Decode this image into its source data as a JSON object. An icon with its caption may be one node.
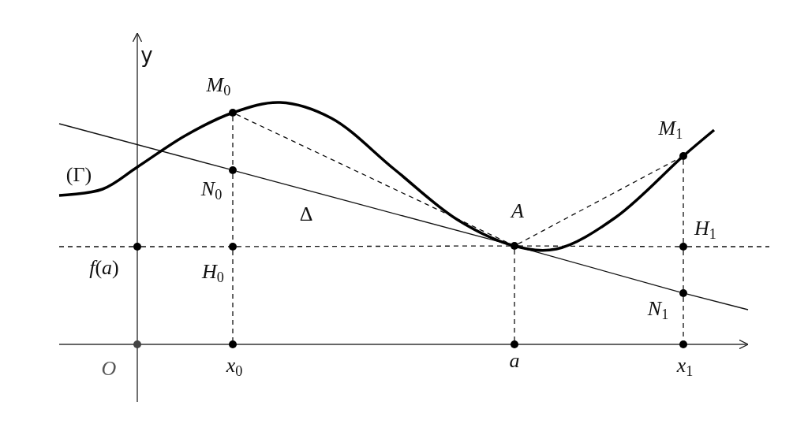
{
  "diagram": {
    "nodes": [
      {
        "text": [],
        "shape": "circle",
        "beside": [
          "*M*$_{0}$"
        ]
      },
      {
        "text": [],
        "shape": "circle",
        "beside": [
          "*M*$_{1}$"
        ]
      },
      {
        "text": [],
        "shape": "circle",
        "beside": [
          "*N*$_{0}$"
        ]
      },
      {
        "text": [],
        "shape": "circle",
        "beside": [
          "A"
        ]
      },
      {
        "text": [],
        "shape": "circle",
        "beside": [
          "*f*(*a*)"
        ]
      },
      {
        "text": [],
        "shape": "circle",
        "beside": [
          "*H*$_{0}$"
        ]
      },
      {
        "text": [],
        "shape": "circle",
        "beside": [
          "*H*$_{1}$"
        ]
      },
      {
        "text": [],
        "shape": "circle",
        "beside": [
          "*N*$_{1}$"
        ]
      },
      {
        "text": [],
        "shape": "circle",
        "beside": [
          "O"
        ]
      },
      {
        "text": [],
        "shape": "circle",
        "beside": [
          "*x*$_{0}$"
        ]
      },
      {
        "text": [],
        "shape": "circle",
        "beside": [
          "a"
        ]
      },
      {
        "text": [],
        "shape": "circle",
        "beside": [
          "*x*$_{1}$"
        ]
      }
    ],
    "edges": [
      {
        "from": 0,
        "to": 2,
        "arrow": "none",
        "style": "dashed"
      },
      {
        "from": 2,
        "to": 5,
        "arrow": "none",
        "style": "dashed"
      },
      {
        "from": 5,
        "to": 9,
        "arrow": "none",
        "style": "dashed"
      },
      {
        "from": 0,
        "to": 3,
        "arrow": "none",
        "style": "dashed"
      },
      {
        "from": 3,
        "to": 1,
        "arrow": "none",
        "style": "dashed"
      },
      {
        "from": 3,
        "to": 10,
        "arrow": "none",
        "style": "dashed"
      },
      {
        "from": 1,
        "to": 6,
        "arrow": "none",
        "style": "dashed"
      },
      {
        "from": 6,
        "to": 7,
        "arrow": "none",
        "style": "dashed"
      },
      {
        "from": 7,
        "to": 11,
        "arrow": "none",
        "style": "dashed"
      },
      {
        "from": null,
        "to": 4,
        "arrow": "none",
        "style": "dashed"
      },
      {
        "from": 4,
        "to": 5,
        "arrow": "none",
        "style": "dashed"
      },
      {
        "from": 5,
        "to": 3,
        "arrow": "none",
        "style": "dashed"
      },
      {
        "from": 3,
        "to": 6,
        "arrow": "none",
        "style": "dashed"
      },
      {
        "from": 6,
        "to": null,
        "arrow": "none",
        "style": "dashed"
      },
      {
        "from": null,
        "to": 2,
        "arrow": "none"
      },
      {
        "from": 2,
        "to": 3,
        "arrow": "none"
      },
      {
        "from": 3,
        "to": 7,
        "arrow": "none"
      },
      {
        "from": 7,
        "to": null,
        "arrow": "none"
      }
    ],
    "labels": [
      "y",
      "(Γ)",
      "Δ"
    ]
  }
}
